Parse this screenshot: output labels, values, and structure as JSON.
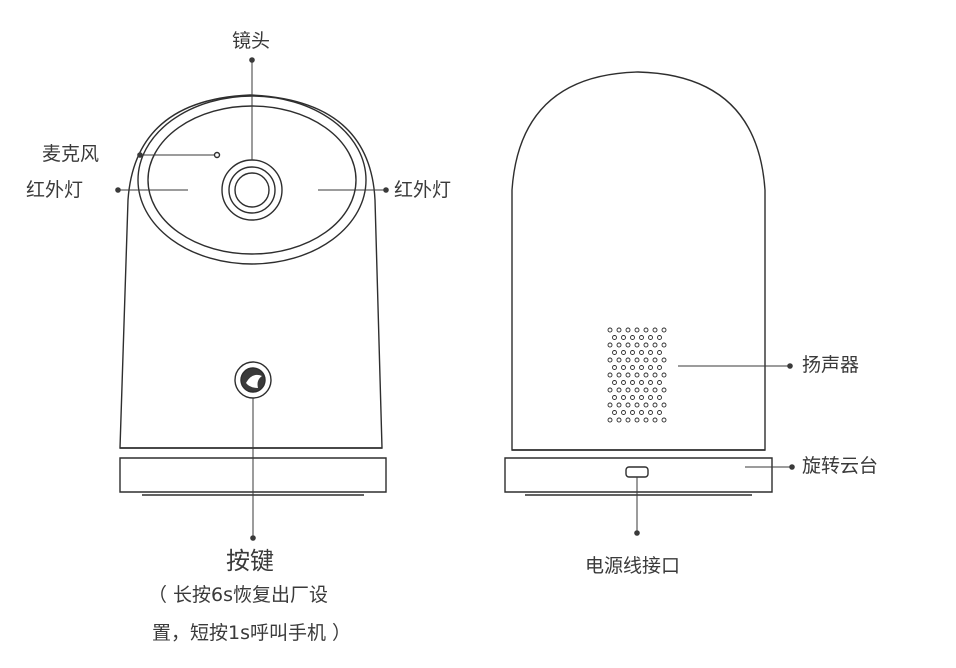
{
  "front_labels": {
    "lens": "镜头",
    "microphone": "麦克风",
    "ir_left": "红外灯",
    "ir_right": "红外灯",
    "button": "按键",
    "button_note_line1": "（ 长按6s恢复出厂设",
    "button_note_line2": "置，短按1s呼叫手机 ）"
  },
  "back_labels": {
    "speaker": "扬声器",
    "pan_tilt_base": "旋转云台",
    "power_port": "电源线接口"
  }
}
